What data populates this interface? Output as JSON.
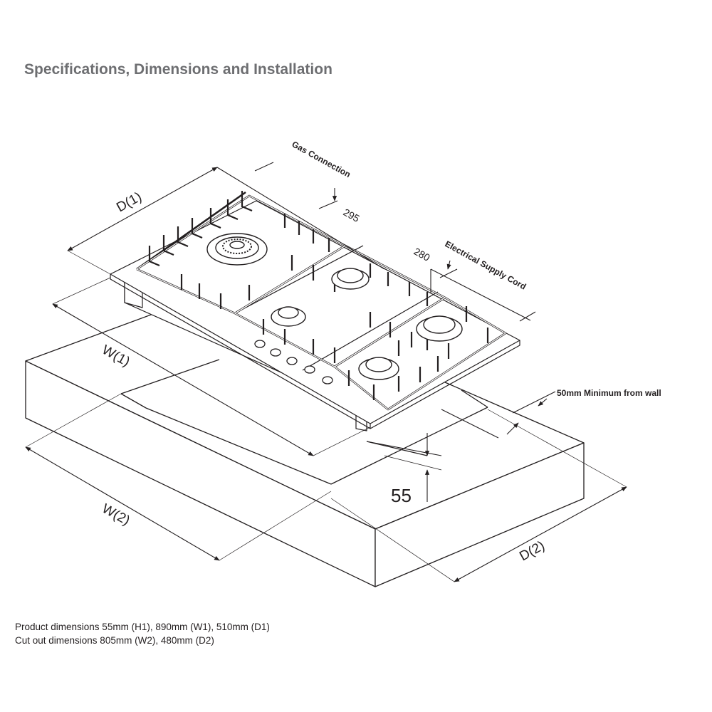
{
  "heading": "Specifications, Dimensions and Installation",
  "labels": {
    "d1": "D(1)",
    "w1": "W(1)",
    "w2": "W(2)",
    "d2": "D(2)",
    "gas_connection": "Gas Connection",
    "gas_dim": "295",
    "electrical_supply": "Electrical Supply Cord",
    "electrical_dim": "280",
    "wall_note": "50mm Minimum from wall",
    "height_dim": "55"
  },
  "notes": {
    "product": "Product dimensions 55mm (H1), 890mm (W1), 510mm (D1)",
    "cutout": "Cut out dimensions 805mm (W2), 480mm (D2)"
  },
  "colors": {
    "heading": "#6d6e71",
    "line": "#231f20"
  }
}
